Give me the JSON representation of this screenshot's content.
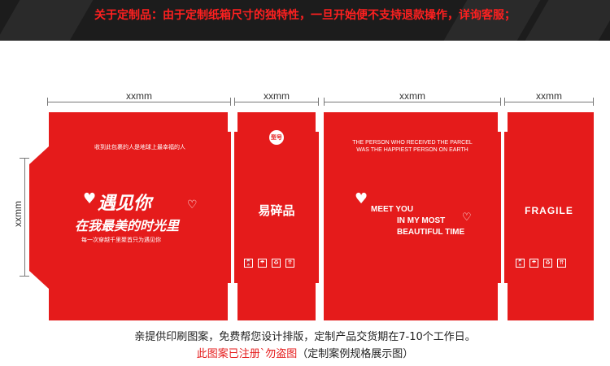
{
  "banner": {
    "text": "关于定制品：由于定制纸箱尺寸的独特性，一旦开始便不支持退款操作，详询客服；"
  },
  "dimensions": {
    "w1": "xxmm",
    "w2": "xxmm",
    "w3": "xxmm",
    "w4": "xxmm",
    "height": "xxmm"
  },
  "panel1": {
    "top_caption": "收到此包裹的人是地球上最幸福的人",
    "line1": "遇见你",
    "line2": "在我最美的时光里",
    "line3": "每一次穿越千里聚首只为遇见你"
  },
  "panel2": {
    "badge": "型号",
    "main": "易碎品"
  },
  "panel3": {
    "top_line1": "THE PERSON WHO RECEIVED THE PARCEL",
    "top_line2": "WAS THE HAPPIEST PERSON ON EARTH",
    "line1": "MEET YOU",
    "line2": "IN MY MOST",
    "line3": "BEAUTIFUL TIME"
  },
  "panel4": {
    "main": "FRAGILE"
  },
  "icons": [
    "🍷",
    "☂",
    "♻",
    "⇈"
  ],
  "footer": {
    "line1": "亲提供印刷图案，免费帮您设计排版，定制产品交货期在7-10个工作日。",
    "line2_red": "此图案已注册`勿盗图",
    "line2_rest": "（定制案例规格展示图）"
  },
  "colors": {
    "box_red": "#e51b1b",
    "banner_bg": "#1c1c1c",
    "banner_text": "#ff2020"
  }
}
